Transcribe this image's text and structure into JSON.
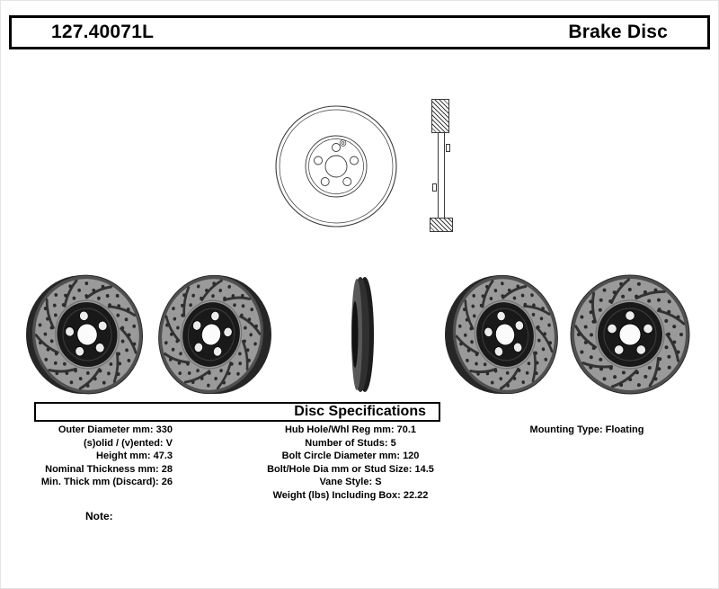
{
  "header": {
    "part_number": "127.40071L",
    "product_name": "Brake Disc"
  },
  "images": {
    "front_view": "brake disc front technical line drawing",
    "cross_section": "brake disc cross-section technical drawing",
    "rotor_photos": [
      "drilled and slotted rotor, angled view",
      "drilled and slotted rotor, angled view",
      "rotor edge-on view",
      "drilled and slotted rotor, angled view",
      "drilled and slotted rotor, front view"
    ]
  },
  "specifications": {
    "title": "Disc Specifications",
    "left_column": [
      {
        "label": "Outer Diameter mm:",
        "value": "330"
      },
      {
        "label": "(s)olid / (v)ented:",
        "value": "V"
      },
      {
        "label": "Height mm:",
        "value": "47.3"
      },
      {
        "label": "Nominal Thickness mm:",
        "value": "28"
      },
      {
        "label": "Min. Thick mm (Discard):",
        "value": "26"
      }
    ],
    "middle_column": [
      {
        "label": "Hub Hole/Whl Reg mm:",
        "value": "70.1"
      },
      {
        "label": "Number of Studs:",
        "value": "5"
      },
      {
        "label": "Bolt Circle Diameter mm:",
        "value": "120"
      },
      {
        "label": "Bolt/Hole Dia mm or Stud Size:",
        "value": "14.5"
      },
      {
        "label": "Vane Style:",
        "value": "S"
      },
      {
        "label": "Weight (lbs) Including Box:",
        "value": "22.22"
      }
    ],
    "right_column": [
      {
        "label": "Mounting Type:",
        "value": "Floating"
      }
    ]
  },
  "note": {
    "label": "Note:"
  },
  "colors": {
    "background": "#ffffff",
    "text": "#000000",
    "border": "#000000",
    "rotor_face": "#9a9a9a",
    "rotor_hub": "#191919"
  }
}
